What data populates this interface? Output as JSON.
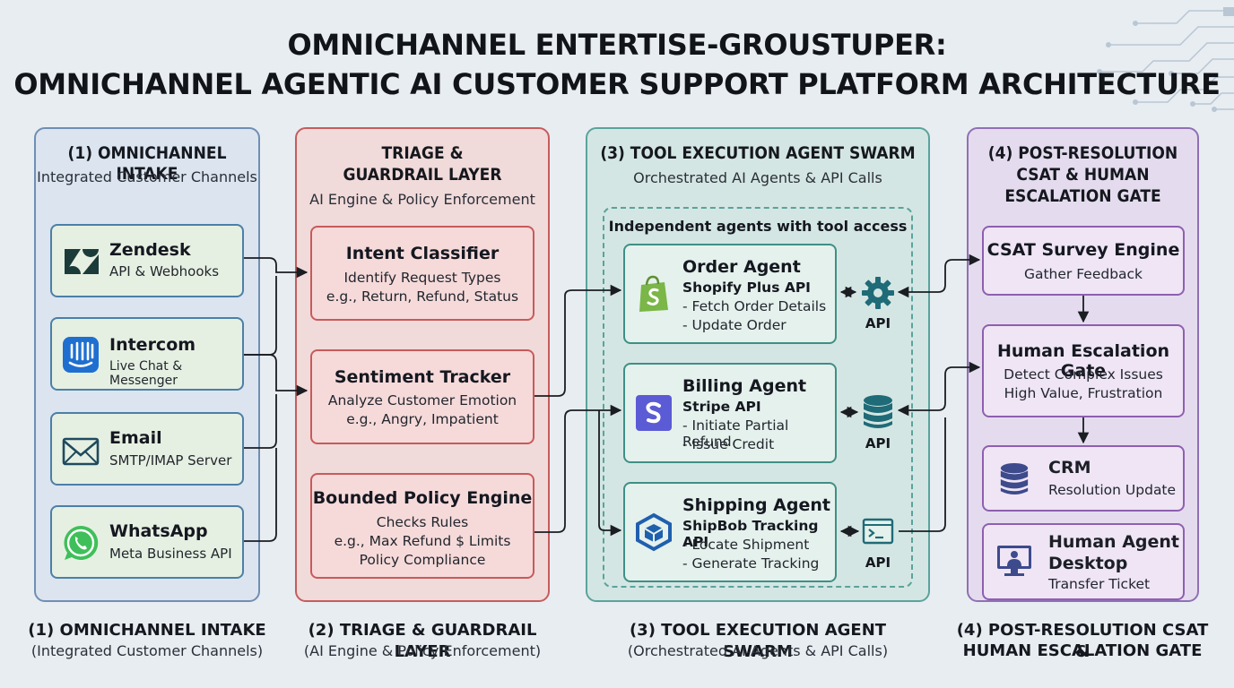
{
  "title": {
    "line1": "OMNICHANNEL ENTERTISE-GROUSTUPER:",
    "line2": "OMNICHANNEL AGENTIC AI CUSTOMER SUPPORT PLATFORM ARCHITECTURE"
  },
  "intake": {
    "title": "(1) OMNICHANNEL INTAKE",
    "subtitle": "Integrated Customer Channels",
    "channels": [
      {
        "name": "Zendesk",
        "sub": "API & Webhooks",
        "icon": "zendesk-icon"
      },
      {
        "name": "Intercom",
        "sub": "Live Chat & Messenger",
        "icon": "intercom-icon"
      },
      {
        "name": "Email",
        "sub": "SMTP/IMAP Server",
        "icon": "envelope-icon"
      },
      {
        "name": "WhatsApp",
        "sub": "Meta Business API",
        "icon": "whatsapp-icon"
      }
    ]
  },
  "triage": {
    "title1": "TRIAGE &",
    "title2": "GUARDRAIL LAYER",
    "subtitle": "AI Engine & Policy Enforcement",
    "cards": [
      {
        "title": "Intent Classifier",
        "lines": [
          "Identify Request Types",
          "e.g., Return, Refund, Status"
        ]
      },
      {
        "title": "Sentiment Tracker",
        "lines": [
          "Analyze Customer Emotion",
          "e.g., Angry, Impatient"
        ]
      },
      {
        "title": "Bounded Policy Engine",
        "lines": [
          "Checks Rules",
          "e.g., Max Refund $ Limits",
          "Policy Compliance"
        ]
      }
    ]
  },
  "tools": {
    "title": "(3) TOOL EXECUTION AGENT SWARM",
    "subtitle": "Orchestrated AI Agents & API Calls",
    "inner_label": "Independent agents with tool access",
    "agents": [
      {
        "name": "Order Agent",
        "api": "Shopify Plus API",
        "lines": [
          "- Fetch Order Details",
          "- Update Order"
        ],
        "icon": "shopify-icon",
        "api_icon": "gear-icon",
        "api_label": "API"
      },
      {
        "name": "Billing Agent",
        "api": "Stripe API",
        "lines": [
          "- Initiate Partial Refund",
          "- Issue Credit"
        ],
        "icon": "stripe-icon",
        "api_icon": "database-icon",
        "api_label": "API"
      },
      {
        "name": "Shipping Agent",
        "api": "ShipBob Tracking API",
        "lines": [
          "- Locate Shipment",
          "- Generate Tracking"
        ],
        "icon": "shipbob-icon",
        "api_icon": "terminal-icon",
        "api_label": "API"
      }
    ]
  },
  "post": {
    "title1": "(4) POST-RESOLUTION",
    "title2": "CSAT & HUMAN",
    "title3": "ESCALATION GATE",
    "csat": {
      "title": "CSAT Survey Engine",
      "line": "Gather Feedback"
    },
    "escalation": {
      "title": "Human Escalation Gate",
      "lines": [
        "Detect Complex Issues",
        "High Value, Frustration"
      ]
    },
    "crm": {
      "title": "CRM",
      "line": "Resolution Update",
      "icon": "database-icon"
    },
    "desktop": {
      "title1": "Human Agent",
      "title2": "Desktop",
      "line": "Transfer Ticket",
      "icon": "monitor-user-icon"
    }
  },
  "bottom": {
    "col1": {
      "label": "(1) OMNICHANNEL INTAKE",
      "sub": "(Integrated Customer Channels)"
    },
    "col2": {
      "label": "(2) TRIAGE & GUARDRAIL LAYER",
      "sub": "(AI Engine & Policy Enforcement)"
    },
    "col3": {
      "label": "(3) TOOL EXECUTION AGENT SWARM",
      "sub": "(Orchestrated AI Agents & API Calls)"
    },
    "col4": {
      "label1": "(4) POST-RESOLUTION CSAT &",
      "label2": "HUMAN ESCALATION GATE"
    }
  },
  "colors": {
    "intake_accent": "#4b7fa8",
    "triage_accent": "#c85a5a",
    "tools_accent": "#3f8f86",
    "post_accent": "#8e5fb0"
  }
}
